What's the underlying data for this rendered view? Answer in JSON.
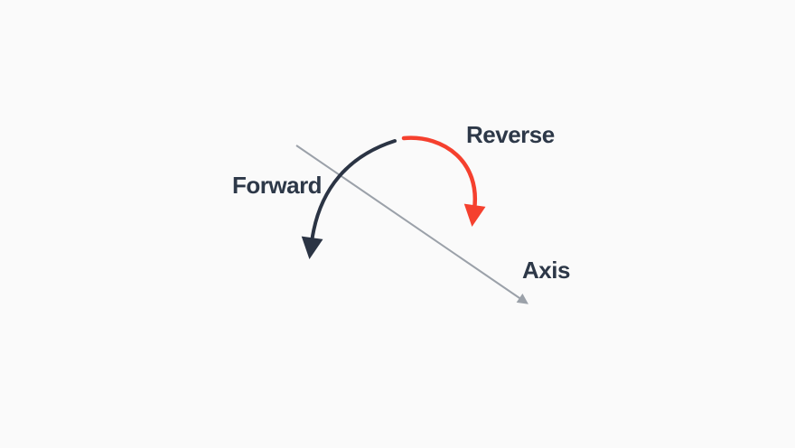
{
  "diagram": {
    "labels": {
      "forward": "Forward",
      "reverse": "Reverse",
      "axis": "Axis"
    },
    "colors": {
      "forward_arrow": "#2b3444",
      "reverse_arrow": "#f5402e",
      "axis_line": "#9ba1a9",
      "label_text": "#2d3848",
      "background": "#fafafa"
    }
  }
}
